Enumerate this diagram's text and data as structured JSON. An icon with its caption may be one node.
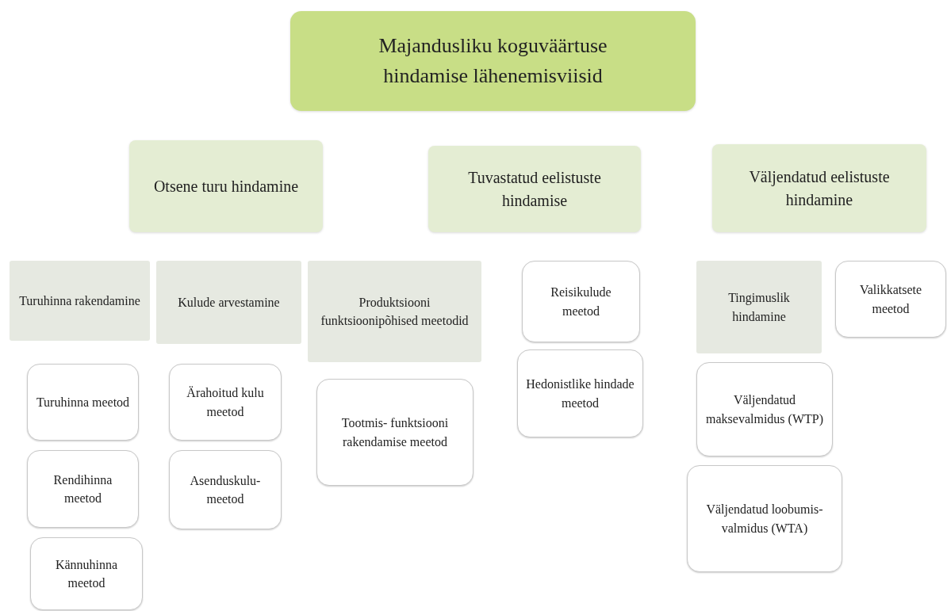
{
  "diagram": {
    "nodes": [
      {
        "text": [
          "Majandusliku koguväärtuse hindamise lähenemisviisid"
        ]
      },
      {
        "text": [
          "Otsene turu hindamine"
        ]
      },
      {
        "text": [
          "Tuvastatud eelistuste hindamise"
        ]
      },
      {
        "text": [
          "Väljendatud eelistuste hindamine"
        ]
      },
      {
        "text": [
          "Turuhinna rakendamine"
        ]
      },
      {
        "text": [
          "Kulude arvestamine"
        ]
      },
      {
        "text": [
          "Produktsiooni funktsioonipõhised meetodid"
        ]
      },
      {
        "text": [
          "Reisikulude meetod"
        ]
      },
      {
        "text": [
          "Tingimuslik hindamine"
        ]
      },
      {
        "text": [
          "Valikkatsete meetod"
        ]
      },
      {
        "text": [
          "Turuhinna meetod"
        ]
      },
      {
        "text": [
          "Ärahoitud kulu meetod"
        ]
      },
      {
        "text": [
          "Tootmis- funktsiooni rakendamise meetod"
        ]
      },
      {
        "text": [
          "Hedonistlike hindade meetod"
        ]
      },
      {
        "text": [
          "Väljendatud maksevalmidus (WTP)"
        ]
      },
      {
        "text": [
          "Rendihinna meetod"
        ]
      },
      {
        "text": [
          "Asenduskulu- meetod"
        ]
      },
      {
        "text": [
          "Väljendatud loobumis- valmidus (WTA)"
        ]
      },
      {
        "text": [
          "Kännuhinna meetod"
        ]
      }
    ]
  }
}
